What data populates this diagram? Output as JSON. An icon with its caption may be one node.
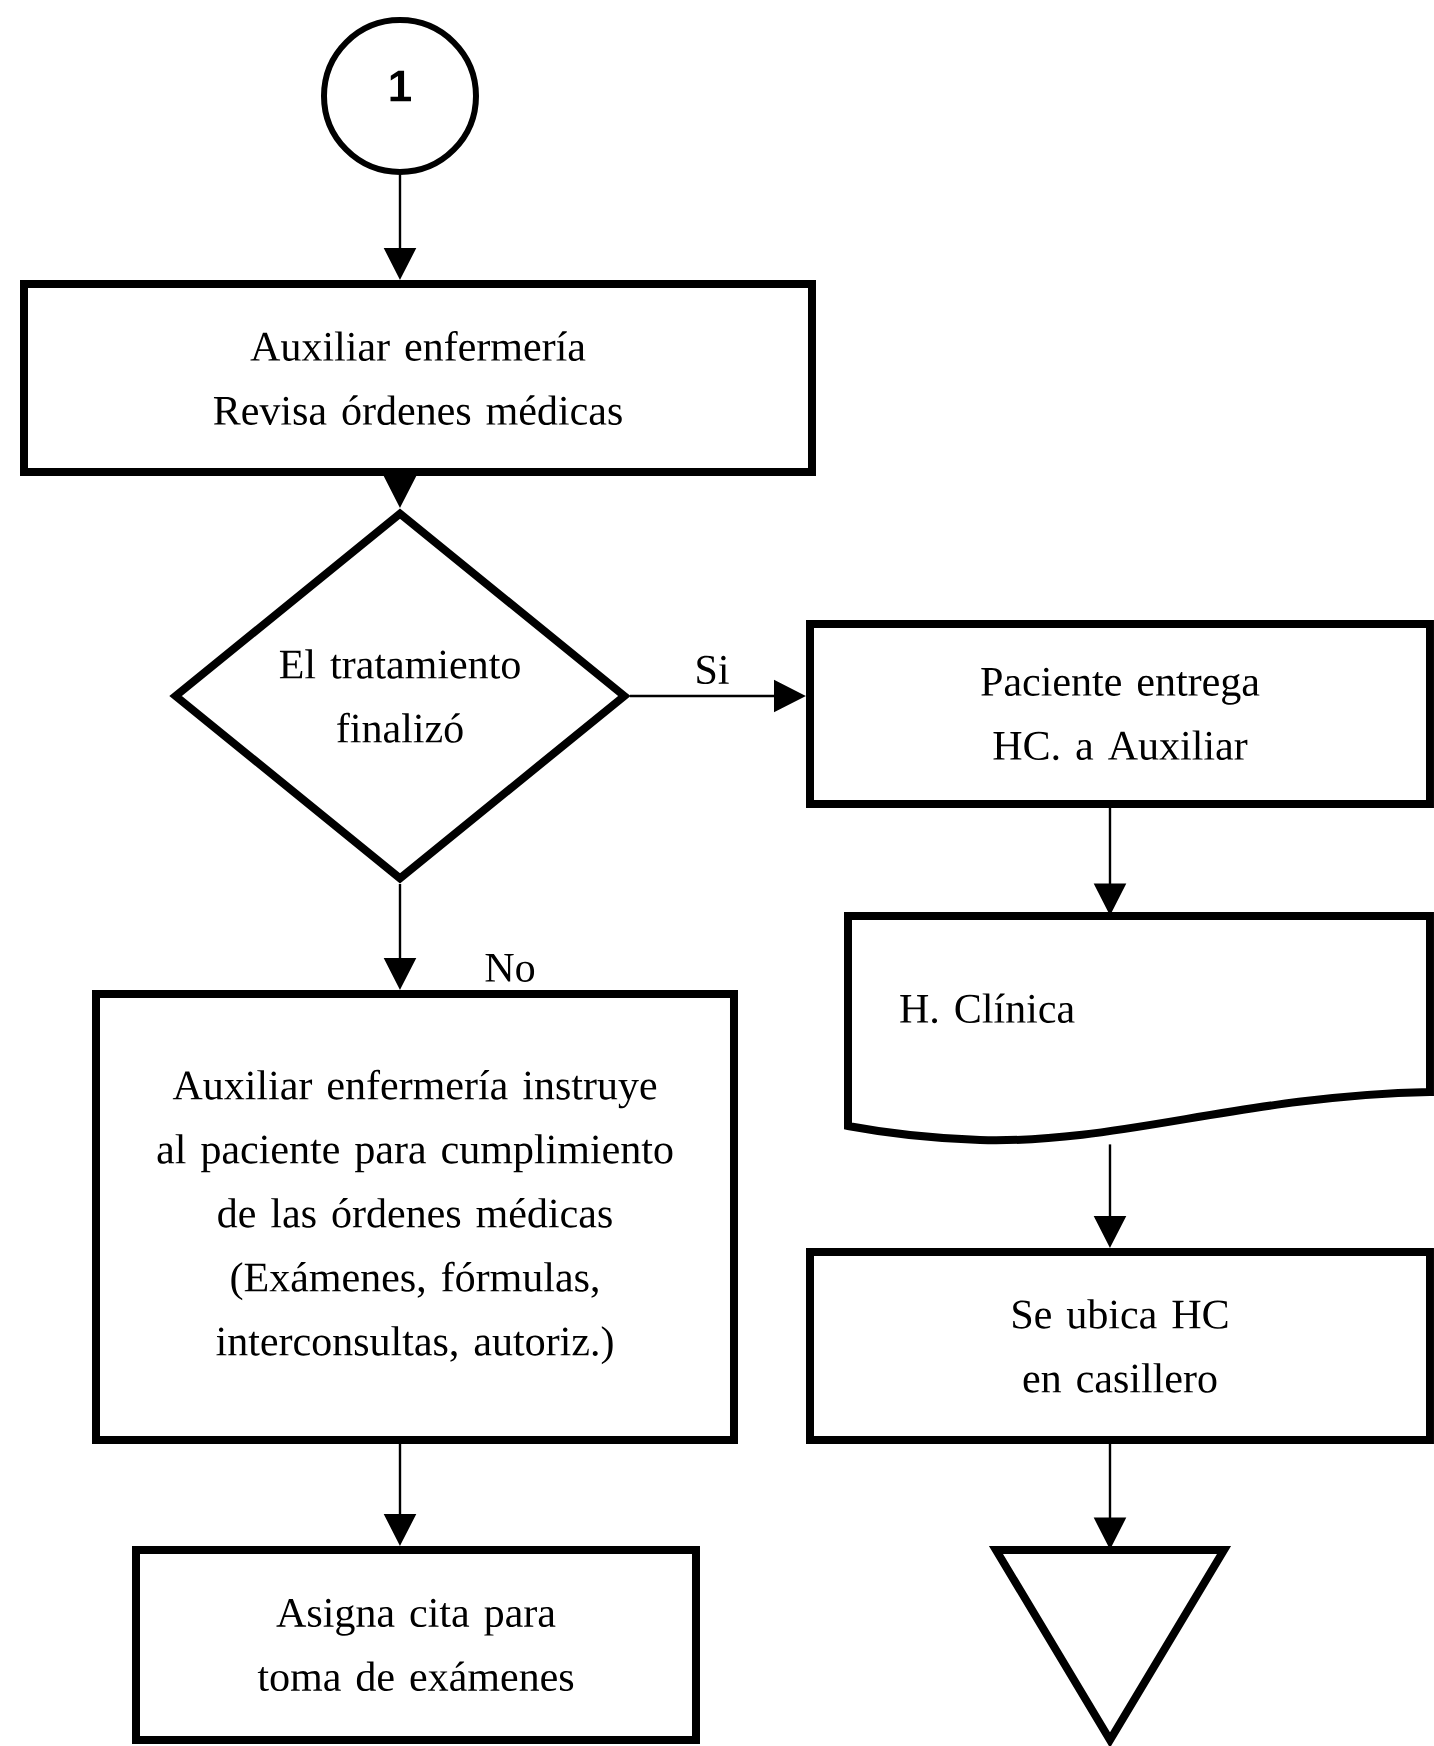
{
  "diagram": {
    "nodes": [
      {
        "text": [
          "1"
        ]
      },
      {
        "text": [
          "Auxiliar enfermería Revisa órdenes médicas"
        ]
      },
      {
        "text": [
          "El tratamiento finalizó"
        ]
      },
      {
        "text": [
          "Paciente entrega HC. a Auxiliar"
        ]
      },
      {
        "text": [
          "H. Clínica"
        ]
      },
      {
        "text": [
          "Auxiliar enfermería instruye al paciente para cumplimiento de las órdenes médicas (Exámenes, fórmulas, interconsultas, autoriz.)"
        ]
      },
      {
        "text": [
          "Se ubica HC en casillero"
        ]
      },
      {
        "text": [
          "Asigna cita para toma de exámenes"
        ]
      },
      {
        "text": [],
        "shape": "triangle"
      }
    ],
    "edges": [
      {
        "from": 0,
        "to": 1,
        "arrow": "to"
      },
      {
        "from": 1,
        "to": 2,
        "arrow": "to"
      },
      {
        "from": 2,
        "to": 3,
        "arrow": "to",
        "label": "Si"
      },
      {
        "from": 2,
        "to": 5,
        "arrow": "to",
        "label": "No"
      },
      {
        "from": 3,
        "to": 4,
        "arrow": "to"
      },
      {
        "from": 4,
        "to": 6,
        "arrow": "to"
      },
      {
        "from": 5,
        "to": 7,
        "arrow": "to"
      },
      {
        "from": 6,
        "to": 8,
        "arrow": "to"
      }
    ]
  }
}
